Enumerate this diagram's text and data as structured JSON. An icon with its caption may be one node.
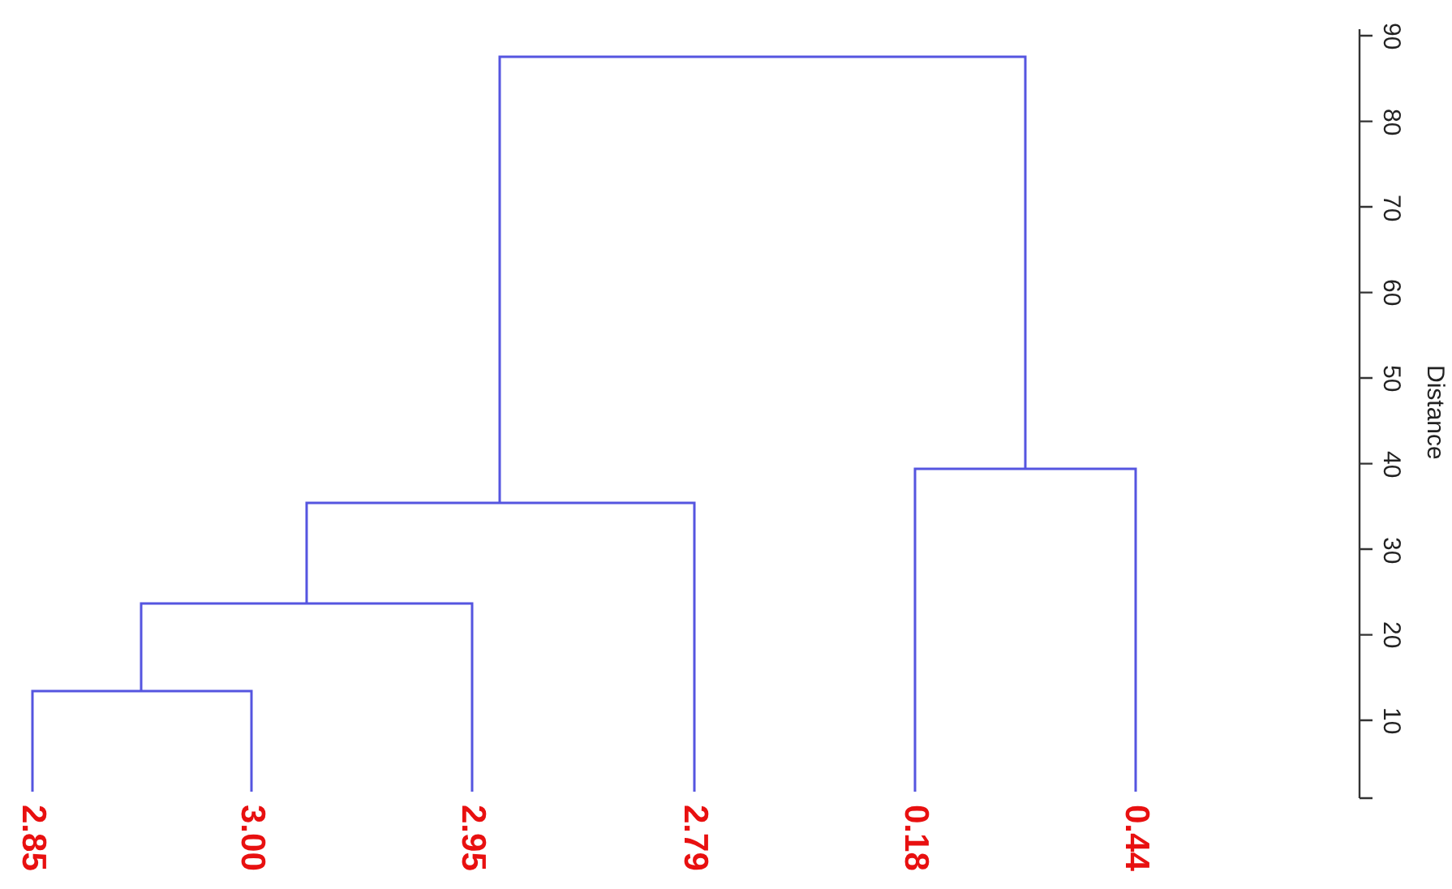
{
  "diagram": {
    "labels": [
      "2.85",
      "3.00",
      "2.95",
      "2.79",
      "0.18",
      "0.44",
      "90",
      "80",
      "70",
      "60",
      "50",
      "40",
      "30",
      "20",
      "10",
      "Distance"
    ]
  }
}
